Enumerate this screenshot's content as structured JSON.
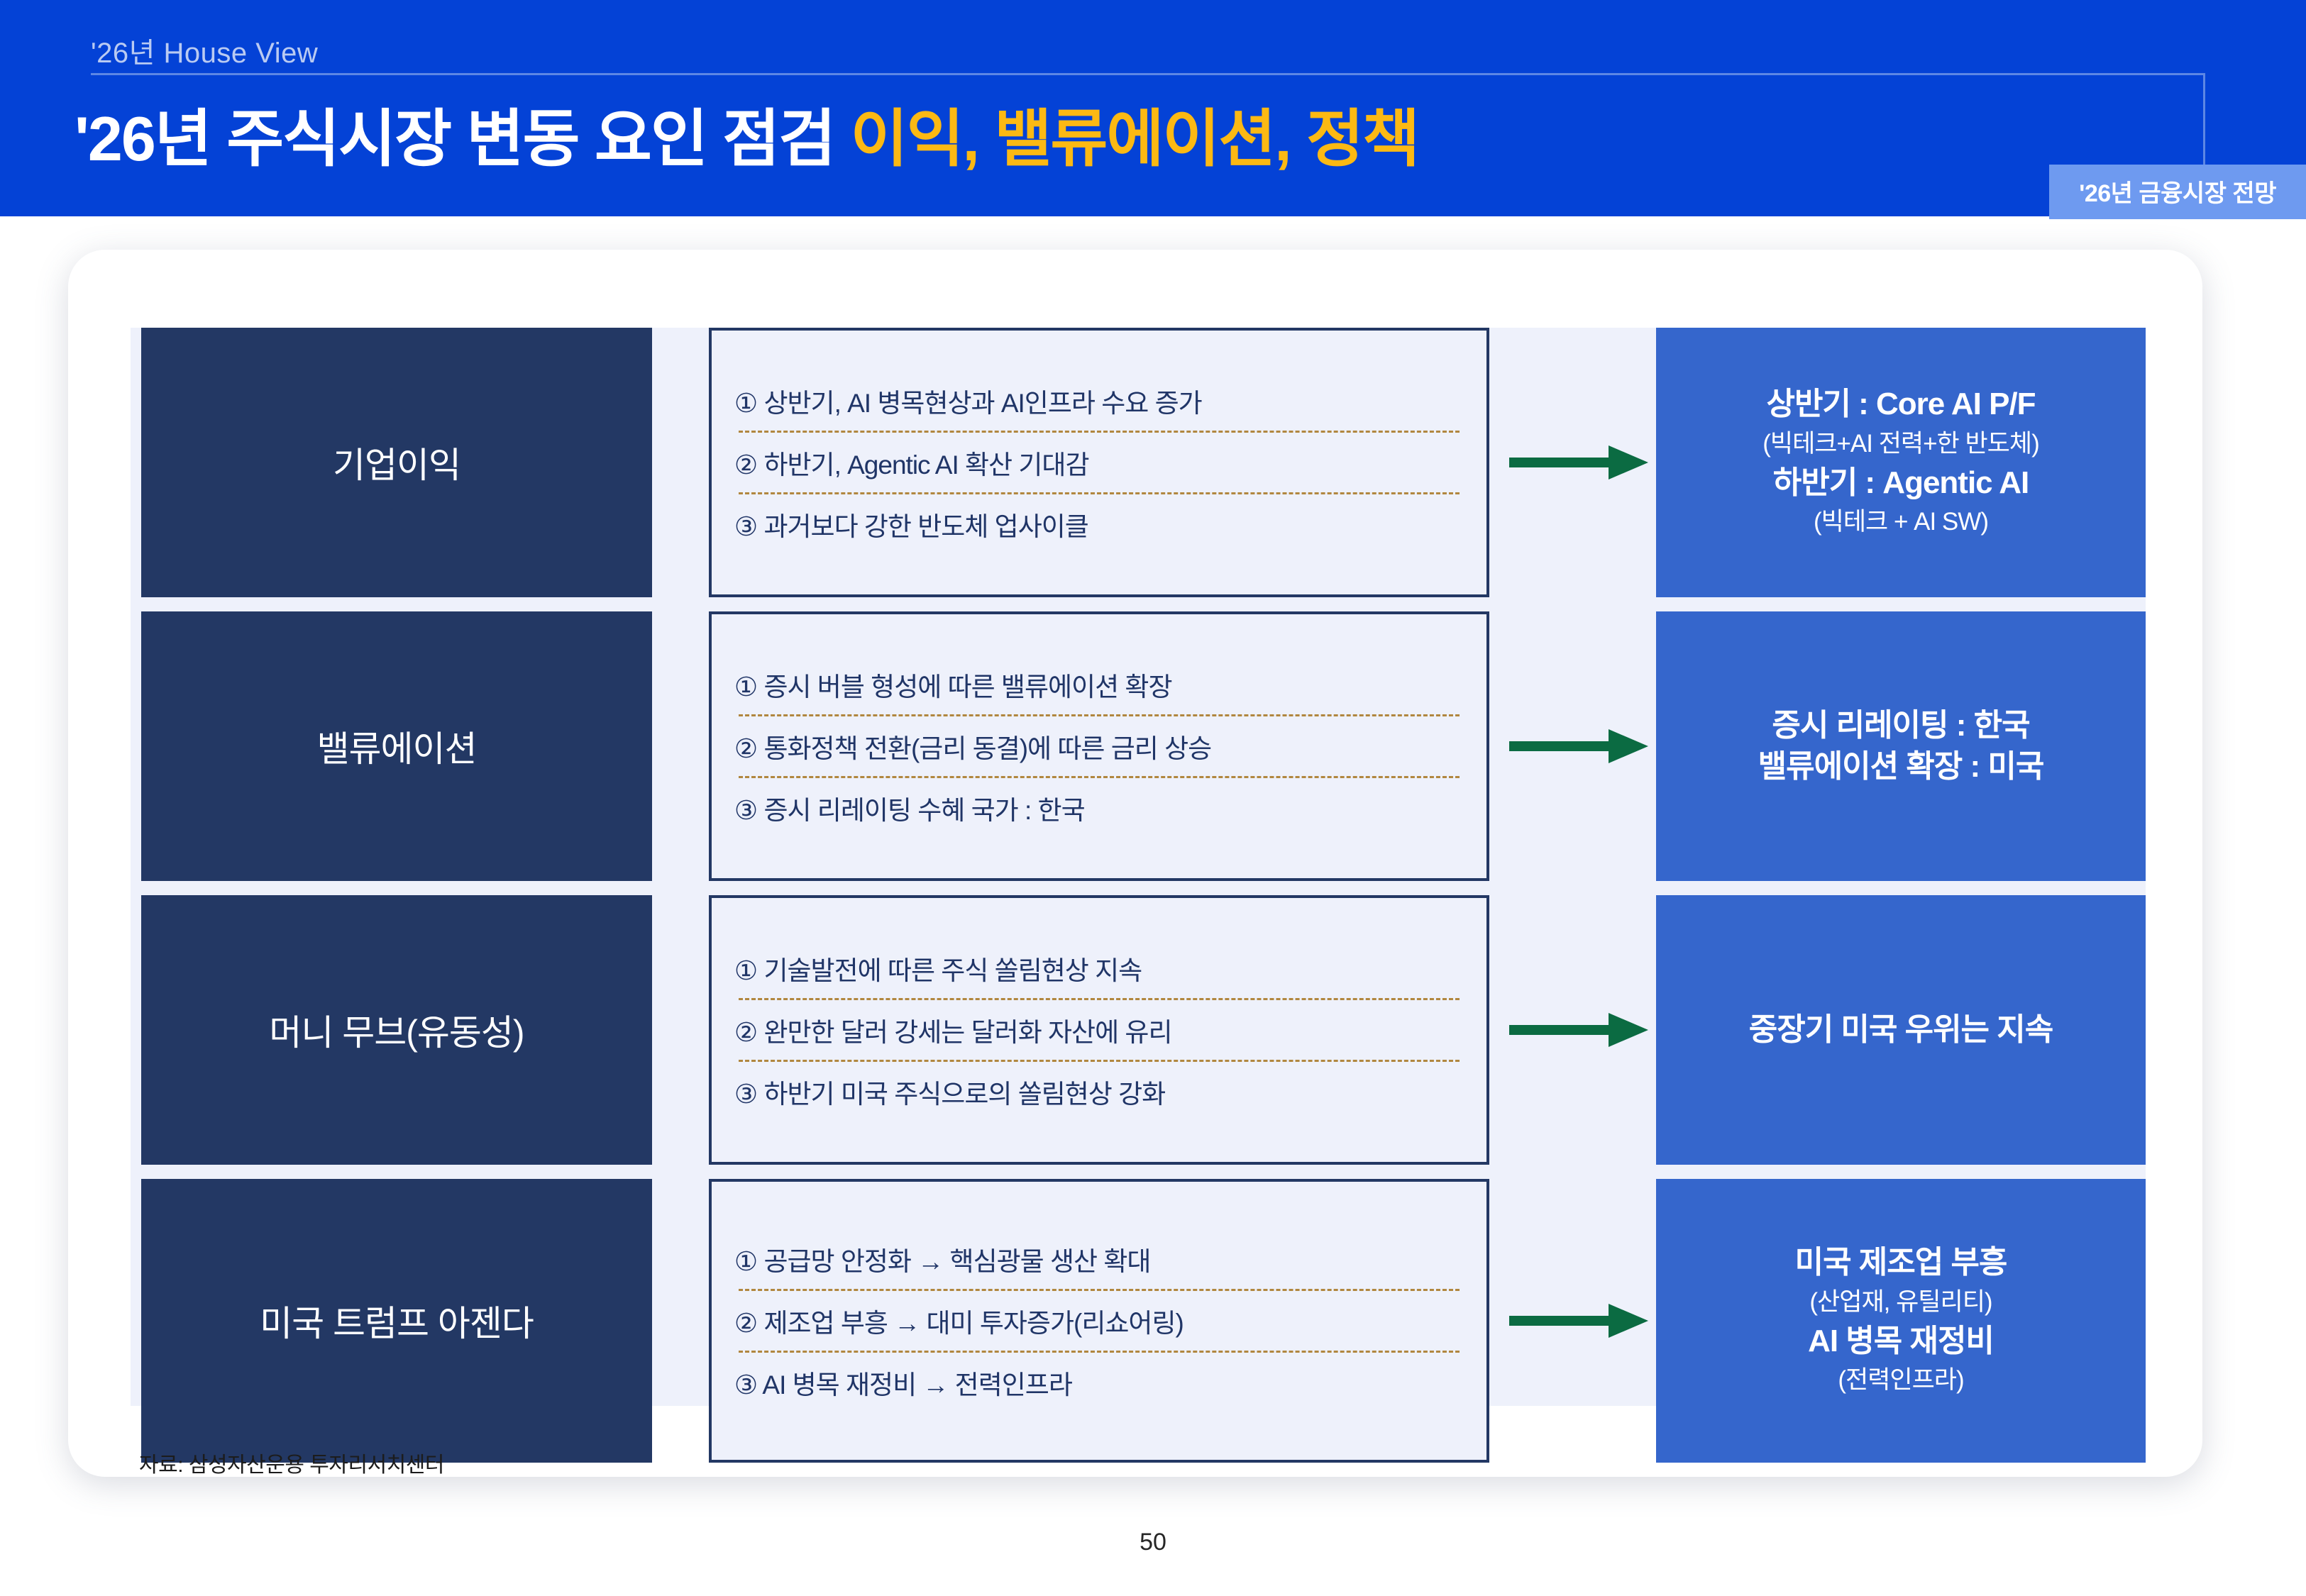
{
  "header": {
    "kicker": "'26년 House View",
    "title_main": "'26년 주식시장 변동 요인 점검 ",
    "title_accent": "이익, 밸류에이션, 정책",
    "badge": "'26년 금융시장 전망",
    "bg_color": "#0442d6",
    "accent_color": "#fcb913",
    "badge_color": "#6e9af0"
  },
  "rows": [
    {
      "category": "기업이익",
      "items": [
        "① 상반기, AI 병목현상과 AI인프라 수요 증가",
        "② 하반기, Agentic AI 확산 기대감",
        "③ 과거보다 강한 반도체 업사이클"
      ],
      "conclusion": [
        {
          "text": "상반기 : Core AI P/F",
          "emphasis": "big"
        },
        {
          "text": "(빅테크+AI 전력+한 반도체)",
          "emphasis": "small"
        },
        {
          "text": "하반기 : Agentic AI",
          "emphasis": "big"
        },
        {
          "text": "(빅테크 + AI SW)",
          "emphasis": "small"
        }
      ]
    },
    {
      "category": "밸류에이션",
      "items": [
        "① 증시 버블 형성에 따른 밸류에이션 확장",
        "② 통화정책 전환(금리 동결)에 따른 금리 상승",
        "③ 증시 리레이팅 수혜 국가 : 한국"
      ],
      "conclusion": [
        {
          "text": "증시 리레이팅 : 한국",
          "emphasis": "big"
        },
        {
          "text": "밸류에이션 확장 : 미국",
          "emphasis": "big"
        }
      ]
    },
    {
      "category": "머니 무브(유동성)",
      "items": [
        "① 기술발전에 따른 주식 쏠림현상 지속",
        "② 완만한 달러 강세는 달러화 자산에 유리",
        "③ 하반기 미국 주식으로의 쏠림현상 강화"
      ],
      "conclusion": [
        {
          "text": "중장기 미국 우위는 지속",
          "emphasis": "big"
        }
      ]
    },
    {
      "category": "미국 트럼프 아젠다",
      "items": [
        "① 공급망 안정화 → 핵심광물 생산 확대",
        "② 제조업 부흥 → 대미 투자증가(리쇼어링)",
        "③ AI 병목 재정비 → 전력인프라"
      ],
      "conclusion": [
        {
          "text": "미국 제조업 부흥",
          "emphasis": "big"
        },
        {
          "text": "(산업재, 유틸리티)",
          "emphasis": "small"
        },
        {
          "text": "AI 병목 재정비",
          "emphasis": "big"
        },
        {
          "text": "(전력인프라)",
          "emphasis": "small"
        }
      ]
    }
  ],
  "arrow": {
    "icon": "right-arrow-icon",
    "color": "#0b6b42"
  },
  "footer": {
    "source": "자료: 삼성자산운용 투자리서치센터",
    "page_number": "50"
  },
  "colors": {
    "category_box": "#233864",
    "conclusion_box": "#3566cc",
    "panel_bg": "#eef1fb",
    "dash_line": "#b1873f"
  }
}
